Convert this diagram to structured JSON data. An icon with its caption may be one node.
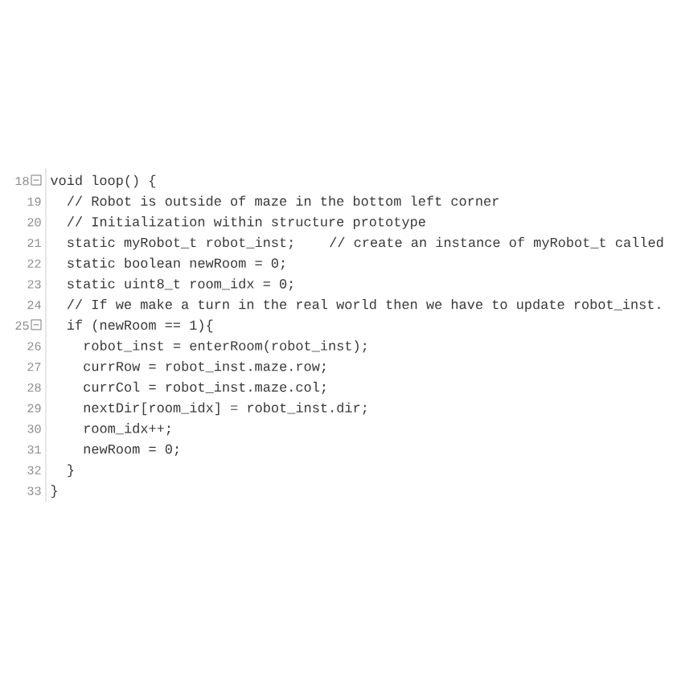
{
  "diagram": {
    "labels": [
      "18",
      "void loop() {",
      "19",
      "// Robot is outside of maze in the bottom left corner",
      "20",
      "// Initialization within structure prototype",
      "21",
      "static myRobot_t robot_inst;",
      "// create an instance of myRobot_t called",
      "22",
      "static boolean newRoom = 0;",
      "23",
      "static uint8_t room_idx = 0;",
      "24",
      "// If we make a turn in the real world then we have to update robot_inst.",
      "25",
      "if (newRoom == 1){",
      "26",
      "robot_inst = enterRoom(robot_inst);",
      "27",
      "currRow = robot_inst.maze.row;",
      "28",
      "currCol = robot_inst.maze.col;",
      "29",
      "nextDir[room_idx] = robot_inst.dir;",
      "30",
      "room_idx++;",
      "31",
      "newRoom = 0;",
      "32",
      "}",
      "33",
      "}"
    ]
  }
}
